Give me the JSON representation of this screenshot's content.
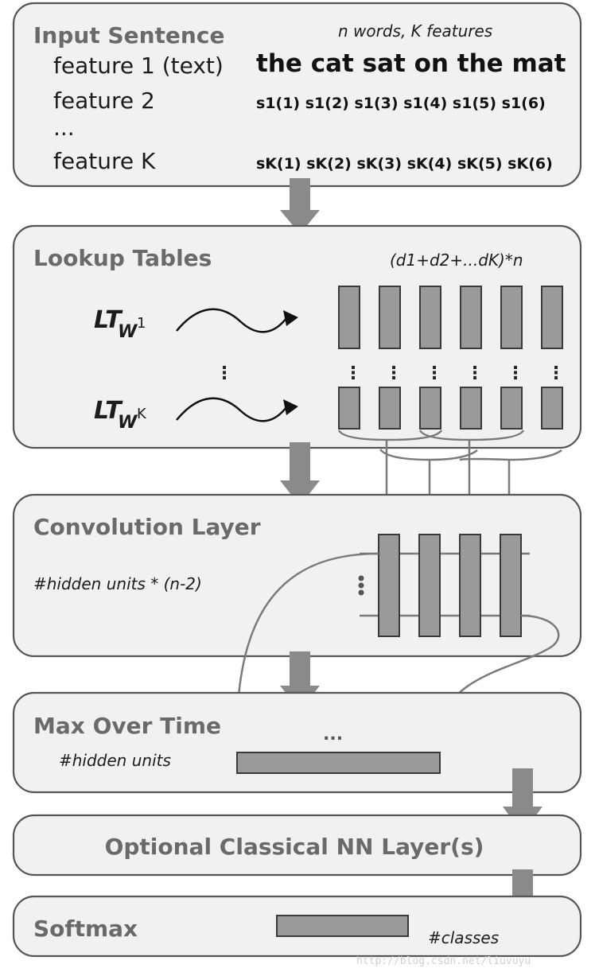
{
  "input": {
    "title": "Input Sentence",
    "note": "n words, K features",
    "feature1_label": "feature 1 (text)",
    "feature2_label": "feature 2",
    "ellipsis": "...",
    "featureK_label": "feature K",
    "sentence": "the cat sat on the mat",
    "s1_sequence": "s1(1) s1(2) s1(3) s1(4) s1(5) s1(6)",
    "sK_sequence": "sK(1) sK(2) sK(3) sK(4) sK(5) sK(6)"
  },
  "lookup": {
    "title": "Lookup Tables",
    "dims_note": "(d1+d2+...dK)*n",
    "lt_main": "LT",
    "lt_sub": "W",
    "lt1_sup": "1",
    "ltK_sup": "K",
    "vdots": "⋮"
  },
  "convolution": {
    "title": "Convolution Layer",
    "note": "#hidden units * (n-2)"
  },
  "maxpool": {
    "title": "Max Over Time",
    "note": "#hidden units",
    "dots": "..."
  },
  "classical": {
    "title": "Optional Classical NN Layer(s)"
  },
  "softmax": {
    "title": "Softmax",
    "note": "#classes"
  },
  "watermark": {
    "text": "http://blog.csdn.net/liuvuyu"
  }
}
